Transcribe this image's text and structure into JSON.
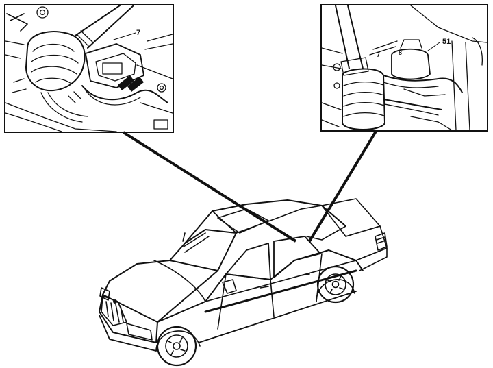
{
  "callouts": [
    {
      "id": "left",
      "labels": [
        "7"
      ]
    },
    {
      "id": "right",
      "labels": [
        "51",
        "7",
        "8"
      ]
    }
  ],
  "colors": {
    "ink": "#111111",
    "paper": "#ffffff"
  }
}
